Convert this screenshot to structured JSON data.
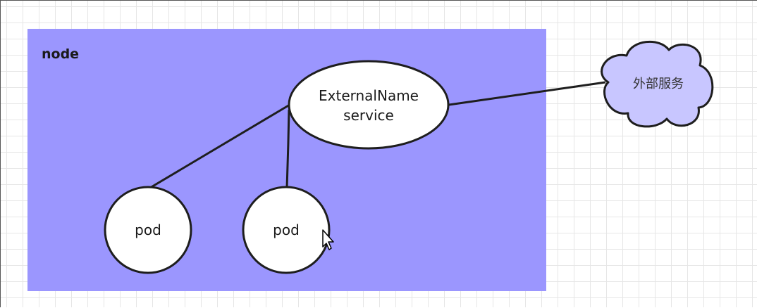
{
  "diagram": {
    "node": {
      "label": "node",
      "fill": "#9b96fe"
    },
    "service": {
      "line1": "ExternalName",
      "line2": "service",
      "fill": "#ffffff"
    },
    "pods": [
      {
        "label": "pod"
      },
      {
        "label": "pod"
      }
    ],
    "external": {
      "label": "外部服务",
      "fill": "#c8c6ff"
    },
    "stroke_color": "#1e1e1e"
  }
}
